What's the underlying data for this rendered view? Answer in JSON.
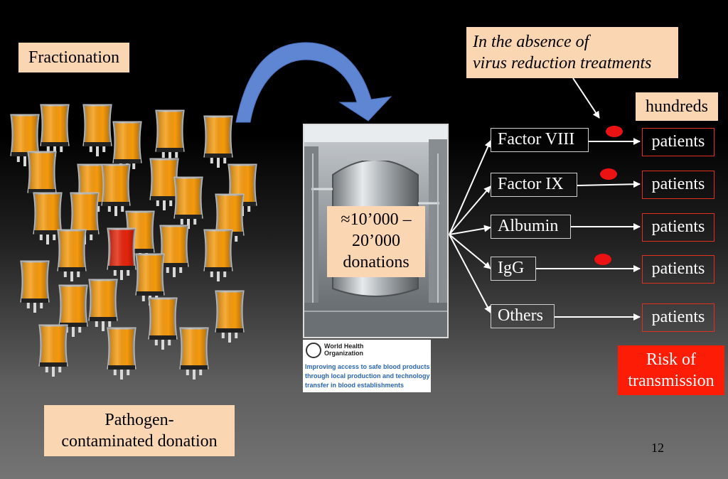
{
  "labels": {
    "fractionation": "Fractionation",
    "pathogen_line1": "Pathogen-",
    "pathogen_line2": "contaminated donation",
    "absence_line1": "In the absence of",
    "absence_line2": "virus reduction treatments",
    "hundreds": "hundreds",
    "donations_line1": "≈10’000 –",
    "donations_line2": "20’000",
    "donations_line3": "donations",
    "risk_line1": "Risk of",
    "risk_line2": "transmission",
    "slide_number": "12"
  },
  "products": [
    {
      "label": "Factor VIII",
      "patients": "patients",
      "risk": true
    },
    {
      "label": "Factor IX",
      "patients": "patients",
      "risk": true
    },
    {
      "label": "Albumin",
      "patients": "patients",
      "risk": false
    },
    {
      "label": "IgG",
      "patients": "patients",
      "risk": true
    },
    {
      "label": "Others",
      "patients": "patients",
      "risk": false
    }
  ],
  "who": {
    "org_line1": "World Health",
    "org_line2": "Organization",
    "caption_line1": "Improving access to safe blood products",
    "caption_line2": "through local production and technology",
    "caption_line3": "transfer in blood establishments"
  },
  "colors": {
    "bag": "#f59a0e",
    "contaminated_bag": "#e3250c",
    "risk_box": "#fd1c06",
    "risk_dot": "#ea1212",
    "curved_arrow": "#5f86d2",
    "peach": "#fbd6b2"
  }
}
